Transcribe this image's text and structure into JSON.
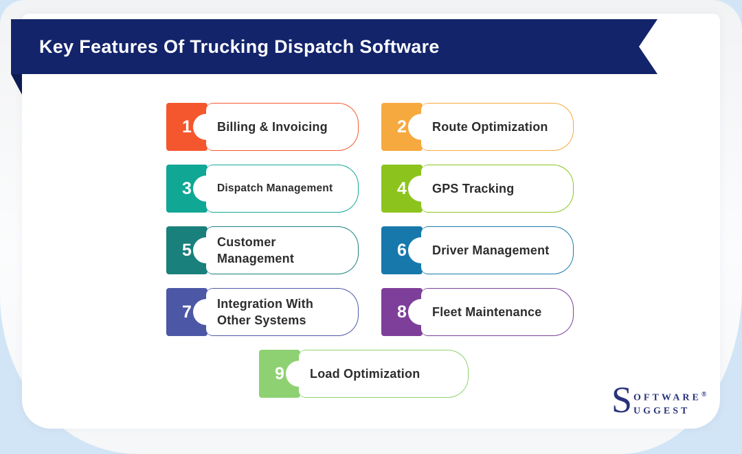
{
  "title": "Key Features Of Trucking Dispatch Software",
  "features": [
    {
      "num": "1",
      "label": "Billing & Invoicing",
      "color": "#F4572D"
    },
    {
      "num": "2",
      "label": "Route Optimization",
      "color": "#F6A93E"
    },
    {
      "num": "3",
      "label": "Dispatch Management",
      "color": "#10A795"
    },
    {
      "num": "4",
      "label": "GPS Tracking",
      "color": "#8CC41D"
    },
    {
      "num": "5",
      "label": "Customer\nManagement",
      "color": "#19807C"
    },
    {
      "num": "6",
      "label": "Driver Management",
      "color": "#1779AB"
    },
    {
      "num": "7",
      "label": "Integration With\nOther Systems",
      "color": "#4C57A6"
    },
    {
      "num": "8",
      "label": "Fleet Maintenance",
      "color": "#7D3F99"
    },
    {
      "num": "9",
      "label": "Load Optimization",
      "color": "#8ED172"
    }
  ],
  "logo": {
    "initial": "S",
    "line1": "OFTWARE",
    "line2": "UGGEST",
    "registered": "®"
  },
  "colors": {
    "banner": "#13246B",
    "banner_fold": "#0D1B55",
    "page_background": "#D2E5F6",
    "card_background": "#FFFFFF",
    "label_text": "#2D2D2D"
  }
}
